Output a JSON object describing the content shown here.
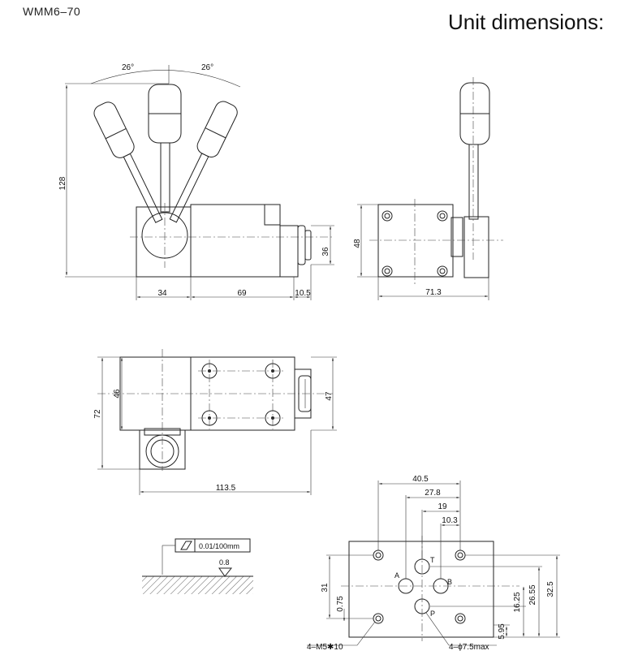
{
  "header": {
    "model": "WMM6–70",
    "title": "Unit dimensions:"
  },
  "front_view": {
    "angle_left": "26°",
    "angle_right": "26°",
    "height": "128",
    "body_height": "36",
    "width_a": "34",
    "width_b": "69",
    "width_c": "10.5"
  },
  "side_view": {
    "height": "48",
    "width": "71.3"
  },
  "top_view": {
    "overall_width": "72",
    "inner_width": "46",
    "right_height": "47",
    "length": "113.5"
  },
  "surface": {
    "flatness": "0.01/100mm",
    "roughness": "0.8"
  },
  "mounting": {
    "d40_5": "40.5",
    "d27_8": "27.8",
    "d19": "19",
    "d10_3": "10.3",
    "d31": "31",
    "d0_75": "0.75",
    "d16_25": "16.25",
    "d26_55": "26.55",
    "d32_5": "32.5",
    "d5_95": "5.95",
    "port_T": "T",
    "port_A": "A",
    "port_B": "B",
    "port_P": "P",
    "thread": "4–M5✱10",
    "hole": "4–ϕ7.5max"
  }
}
